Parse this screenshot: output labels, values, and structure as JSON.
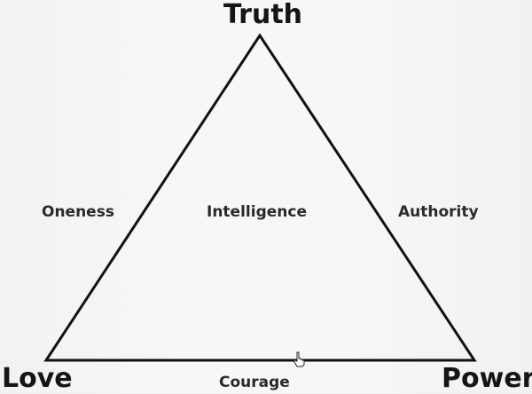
{
  "diagram": {
    "vertices": {
      "top": "Truth",
      "bottom_left": "Love",
      "bottom_right": "Power"
    },
    "edges": {
      "left": "Oneness",
      "right": "Authority",
      "bottom": "Courage"
    },
    "center": "Intelligence",
    "stroke_color": "#111111",
    "background_color": "#f4f4f4"
  }
}
